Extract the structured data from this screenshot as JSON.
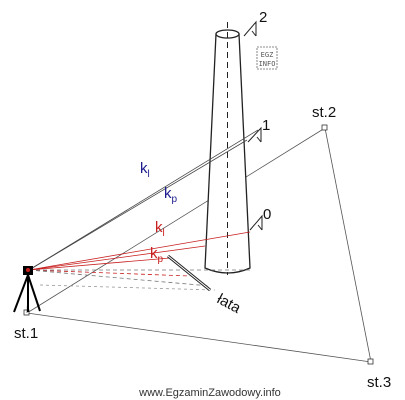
{
  "labels": {
    "marker_2": "2",
    "marker_1": "1",
    "marker_0": "0",
    "station_1": "st.1",
    "station_2": "st.2",
    "station_3": "st.3",
    "k_l_blue": "k",
    "k_l_blue_sub": "l",
    "k_p_blue": "k",
    "k_p_blue_sub": "p",
    "k_l_red": "k",
    "k_l_red_sub": "l",
    "k_p_red": "k",
    "k_p_red_sub": "p",
    "staff": "łata"
  },
  "logo": {
    "line1": "EGZ",
    "line2": "INFO"
  },
  "watermark": "www.EgzaminZawodowy.info",
  "colors": {
    "sight_upper": "#1a1a8c",
    "sight_lower": "#c81e1e",
    "line": "#555555"
  }
}
